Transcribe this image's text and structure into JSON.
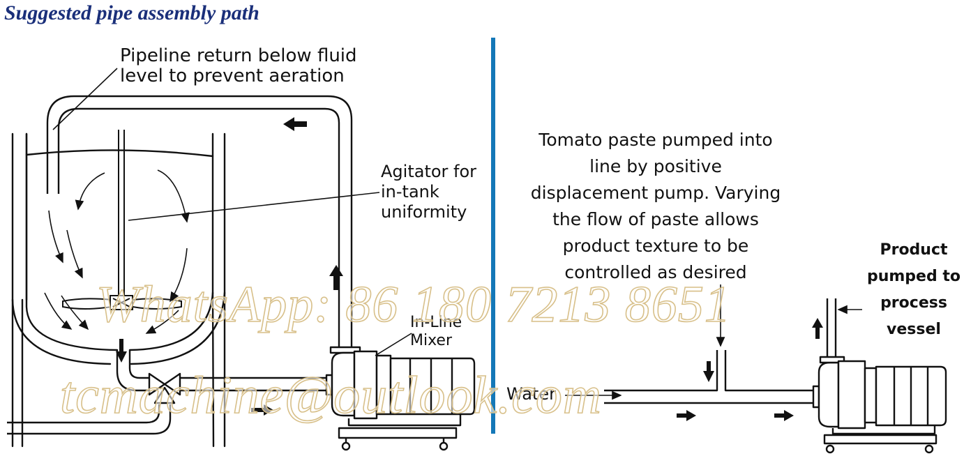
{
  "title": "Suggested pipe assembly path",
  "labels": {
    "return": "Pipeline return below fluid\nlevel to prevent aeration",
    "agitator": "Agitator for\nin-tank\nuniformity",
    "mixer": "In-Line\nMixer",
    "tomato": "Tomato paste pumped into\nline by positive\ndisplacement pump. Varying\nthe flow of paste allows\nproduct texture to be\ncontrolled as desired",
    "product": "Product\npumped to\nprocess\nvessel",
    "water": "Water"
  },
  "watermarks": {
    "whatsapp": "WhatsApp: 86 180 7213 8651",
    "email": "tcmachine@outlook.com"
  },
  "colors": {
    "title": "#1a2f7a",
    "divider": "#1478b8",
    "line": "#111111",
    "watermark_outline": "#d8c08a"
  }
}
